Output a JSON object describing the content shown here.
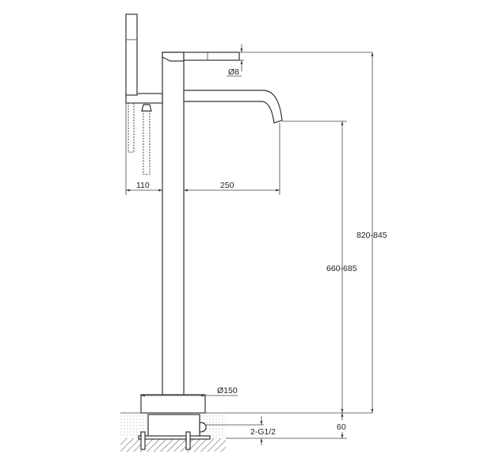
{
  "title": "Freestanding bath mixer dimension drawing",
  "dimensions": {
    "handle_diameter": "Ø8",
    "handshower_offset": "110",
    "spout_reach": "250",
    "total_height": "820-845",
    "spout_height": "660-685",
    "base_diameter": "Ø150",
    "floor_depth": "60",
    "connection": "2-G1/2"
  },
  "colors": {
    "line": "#333333",
    "background": "#ffffff"
  }
}
